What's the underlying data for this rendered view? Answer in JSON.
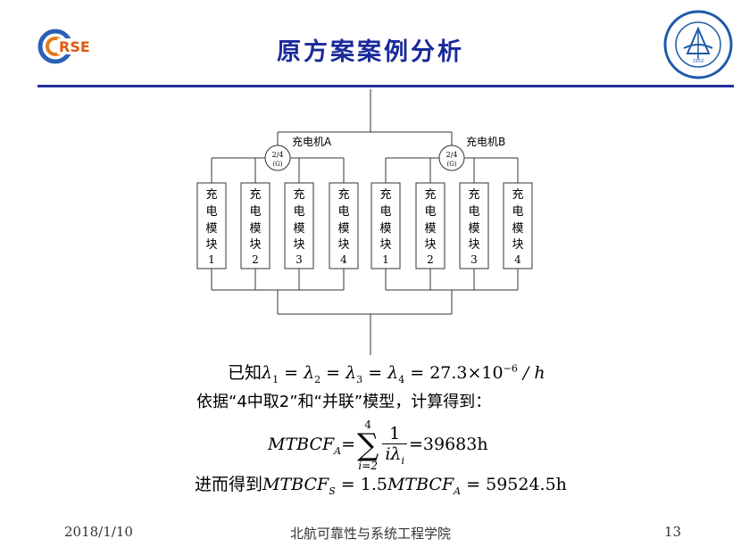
{
  "header": {
    "title": "原方案案例分析",
    "logo_left_text": "RSE",
    "logo_right_alt": "北京航空航天大学"
  },
  "diagram": {
    "groups": [
      {
        "label": "充电机A",
        "vote": "2/4",
        "vote_sub": "(G)",
        "modules": [
          {
            "label": [
              "充",
              "电",
              "模",
              "块"
            ],
            "num": "1"
          },
          {
            "label": [
              "充",
              "电",
              "模",
              "块"
            ],
            "num": "2"
          },
          {
            "label": [
              "充",
              "电",
              "模",
              "块"
            ],
            "num": "3"
          },
          {
            "label": [
              "充",
              "电",
              "模",
              "块"
            ],
            "num": "4"
          }
        ]
      },
      {
        "label": "充电机B",
        "vote": "2/4",
        "vote_sub": "(G)",
        "modules": [
          {
            "label": [
              "充",
              "电",
              "模",
              "块"
            ],
            "num": "1"
          },
          {
            "label": [
              "充",
              "电",
              "模",
              "块"
            ],
            "num": "2"
          },
          {
            "label": [
              "充",
              "电",
              "模",
              "块"
            ],
            "num": "3"
          },
          {
            "label": [
              "充",
              "电",
              "模",
              "块"
            ],
            "num": "4"
          }
        ]
      }
    ]
  },
  "formulas": {
    "known_prefix": "已知",
    "known_value": "27.3×10",
    "known_exp": "−6",
    "known_unit": "/ h",
    "basis": "依据“4中取2”和“并联”模型，计算得到：",
    "mtbcf_a_result": "=39683h",
    "sum_upper": "4",
    "sum_lower": "i=2",
    "conclusion_prefix": "进而得到",
    "conclusion_mid": "= 1.5",
    "conclusion_result": "= 59524.5h"
  },
  "footer": {
    "date": "2018/1/10",
    "institution": "北航可靠性与系统工程学院",
    "page": "13"
  }
}
